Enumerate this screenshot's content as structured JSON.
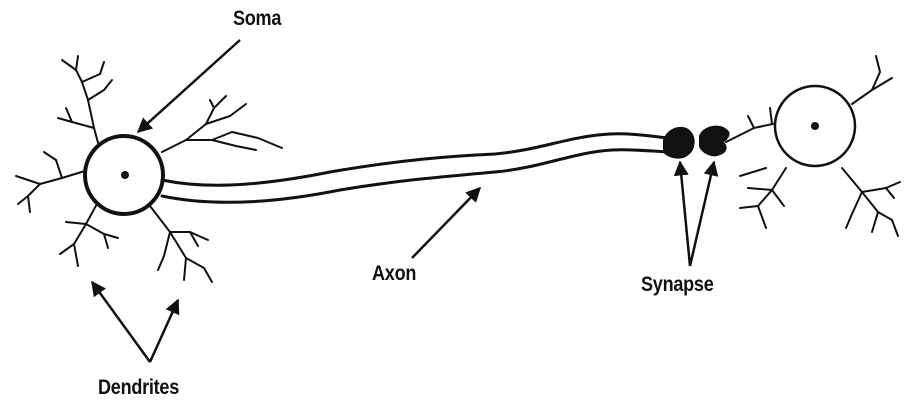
{
  "labels": {
    "soma": "Soma",
    "axon": "Axon",
    "synapse": "Synapse",
    "dendrites": "Dendrites"
  },
  "colors": {
    "ink": "#111111",
    "background": "#ffffff"
  }
}
